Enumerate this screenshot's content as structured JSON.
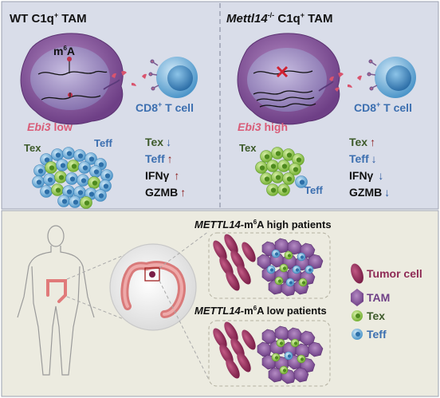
{
  "top_left": {
    "title_prefix": "WT C1q",
    "title_sup": "+",
    "title_suffix": " TAM",
    "mark_m": "m",
    "mark_sup": "6",
    "mark_a": "A",
    "cell_label_prefix": "CD8",
    "cell_label_sup": "+",
    "cell_label_suffix": " T cell",
    "gene_italic": "Ebi3",
    "gene_level": " low",
    "cluster_tex": "Tex",
    "cluster_teff": "Teff",
    "markers": [
      {
        "name": "Tex",
        "arrow": "↓"
      },
      {
        "name": "Teff",
        "arrow": "↑"
      },
      {
        "name": "IFNγ",
        "arrow": "↑"
      },
      {
        "name": "GZMB",
        "arrow": "↑"
      }
    ]
  },
  "top_right": {
    "title_italic": "Mettl14",
    "title_sup1": "-/-",
    "title_mid": " C1q",
    "title_sup2": "+",
    "title_suffix": " TAM",
    "cell_label_prefix": "CD8",
    "cell_label_sup": "+",
    "cell_label_suffix": " T cell",
    "gene_italic": "Ebi3",
    "gene_level": " high",
    "cluster_tex": "Tex",
    "cluster_teff": "Teff",
    "markers": [
      {
        "name": "Tex",
        "arrow": "↑"
      },
      {
        "name": "Teff",
        "arrow": "↓"
      },
      {
        "name": "IFNγ",
        "arrow": "↓"
      },
      {
        "name": "GZMB",
        "arrow": "↓"
      }
    ]
  },
  "bottom": {
    "high_italic": "METTL14",
    "high_mid": "-m",
    "high_sup": "6",
    "high_suffix": "A high patients",
    "low_italic": "METTL14",
    "low_mid": "-m",
    "low_sup": "6",
    "low_suffix": "A low patients",
    "legend": [
      {
        "key": "tumor",
        "label": "Tumor cell"
      },
      {
        "key": "tam",
        "label": "TAM"
      },
      {
        "key": "tex",
        "label": "Tex"
      },
      {
        "key": "teff",
        "label": "Teff"
      }
    ]
  },
  "colors": {
    "top_bg": "#d9dde9",
    "bottom_bg": "#ecebe0",
    "tam_purple": "#8a5a9e",
    "tumor": "#8e2a55",
    "tcell_blue": "#5aa6d6",
    "tex_green": "#8cc63f",
    "pink_label": "#d95c78",
    "blue_label": "#3c6fb0",
    "up_red": "#8b1a1a",
    "down_blue": "#2c5aa0"
  }
}
